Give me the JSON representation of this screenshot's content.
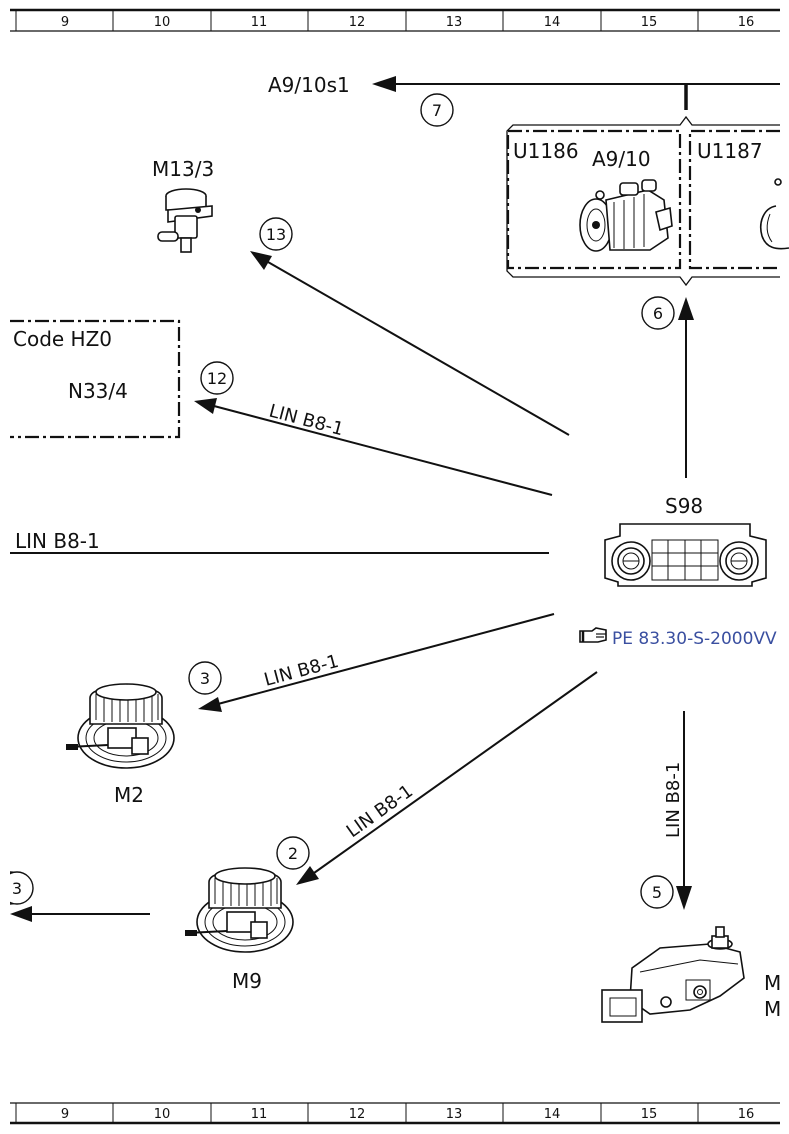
{
  "grid": {
    "columns": [
      "9",
      "10",
      "11",
      "12",
      "13",
      "14",
      "15",
      "16"
    ]
  },
  "labels": {
    "a9_10s1": "A9/10s1",
    "m13_3": "M13/3",
    "u1186": "U1186",
    "a9_10": "A9/10",
    "u1187": "U1187",
    "code_hz0": "Code HZ0",
    "n33_4": "N33/4",
    "s98": "S98",
    "m2": "M2",
    "m9": "M9",
    "m_cut_top": "M",
    "m_cut_bottom": "M"
  },
  "wires": {
    "lin_n33": "LIN B8-1",
    "lin_left": "LIN B8-1",
    "lin_m2": "LIN B8-1",
    "lin_m9": "LIN B8-1",
    "lin_down": "LIN B8-1"
  },
  "bubbles": {
    "b7": "7",
    "b13": "13",
    "b6": "6",
    "b12": "12",
    "b3": "3",
    "b2": "2",
    "b3_left": "3",
    "b5": "5"
  },
  "reference": {
    "text": "PE 83.30-S-2000VV",
    "icon": "pointing-hand-icon",
    "color": "#3a4fa0"
  }
}
